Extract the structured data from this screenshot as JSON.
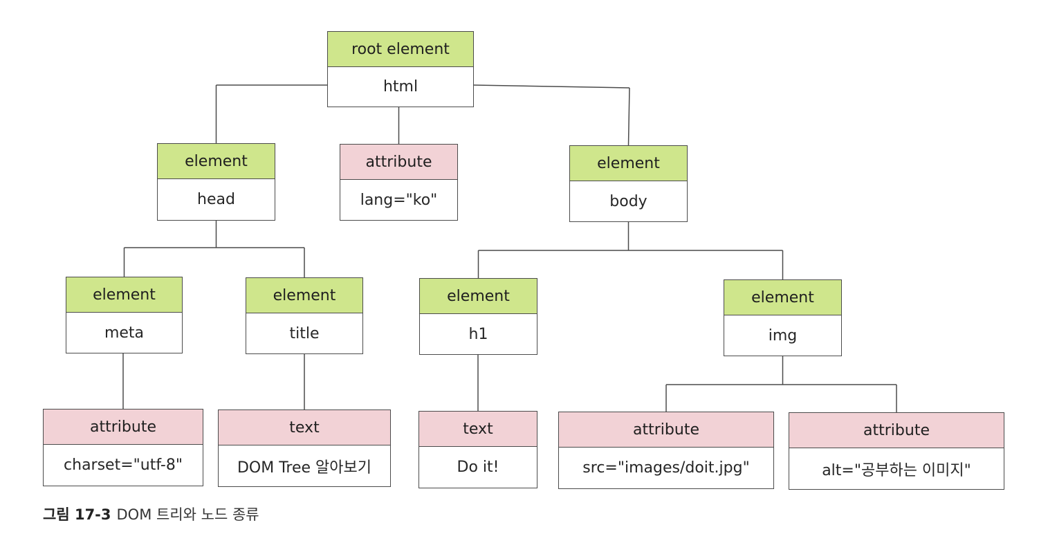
{
  "colors": {
    "element_header": "#cfe68c",
    "attribute_header": "#f2d2d6",
    "text_header": "#f2d2d6",
    "line": "#4a4a4a"
  },
  "nodes": [
    {
      "id": "html",
      "type": "root element",
      "value": "html",
      "kind": "element"
    },
    {
      "id": "head",
      "type": "element",
      "value": "head",
      "kind": "element"
    },
    {
      "id": "lang",
      "type": "attribute",
      "value": "lang=\"ko\"",
      "kind": "attribute"
    },
    {
      "id": "body",
      "type": "element",
      "value": "body",
      "kind": "element"
    },
    {
      "id": "meta",
      "type": "element",
      "value": "meta",
      "kind": "element"
    },
    {
      "id": "title",
      "type": "element",
      "value": "title",
      "kind": "element"
    },
    {
      "id": "h1",
      "type": "element",
      "value": "h1",
      "kind": "element"
    },
    {
      "id": "img",
      "type": "element",
      "value": "img",
      "kind": "element"
    },
    {
      "id": "charset",
      "type": "attribute",
      "value": "charset=\"utf-8\"",
      "kind": "attribute"
    },
    {
      "id": "title-text",
      "type": "text",
      "value": "DOM Tree 알아보기",
      "kind": "text"
    },
    {
      "id": "h1-text",
      "type": "text",
      "value": "Do it!",
      "kind": "text"
    },
    {
      "id": "src",
      "type": "attribute",
      "value": "src=\"images/doit.jpg\"",
      "kind": "attribute"
    },
    {
      "id": "alt",
      "type": "attribute",
      "value": "alt=\"공부하는 이미지\"",
      "kind": "attribute"
    }
  ],
  "edges": [
    [
      "html",
      "head"
    ],
    [
      "html",
      "lang"
    ],
    [
      "html",
      "body"
    ],
    [
      "head",
      "meta"
    ],
    [
      "head",
      "title"
    ],
    [
      "body",
      "h1"
    ],
    [
      "body",
      "img"
    ],
    [
      "meta",
      "charset"
    ],
    [
      "title",
      "title-text"
    ],
    [
      "h1",
      "h1-text"
    ],
    [
      "img",
      "src"
    ],
    [
      "img",
      "alt"
    ]
  ],
  "caption": {
    "number": "그림 17-3",
    "text": "DOM 트리와 노드 종류"
  }
}
